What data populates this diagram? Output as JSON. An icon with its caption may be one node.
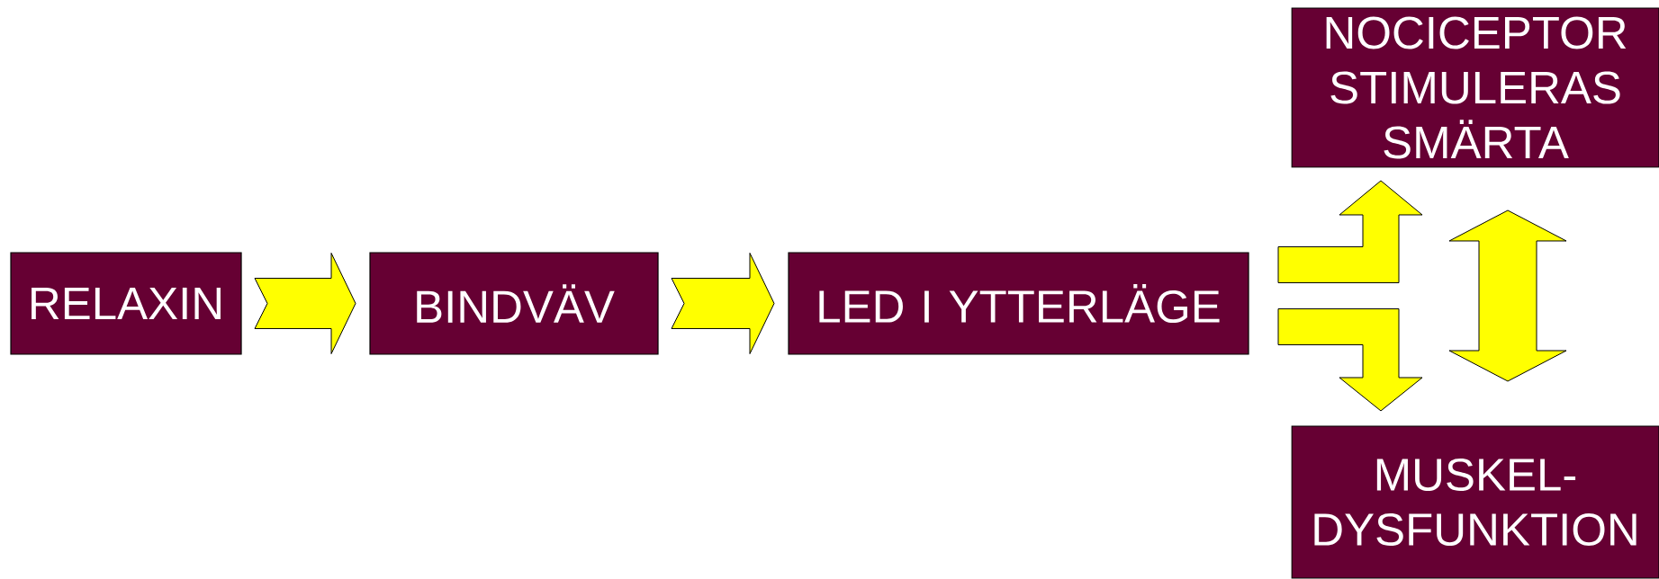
{
  "diagram": {
    "nodes": [
      {
        "text": [
          "RELAXIN"
        ]
      },
      {
        "text": [
          "BINDVÄV"
        ]
      },
      {
        "text": [
          "LED I YTTERLÄGE"
        ]
      },
      {
        "text": [
          "NOCICEPTOR STIMULERAS SMÄRTA"
        ]
      },
      {
        "text": [
          "MUSKEL- DYSFUNKTION"
        ]
      }
    ],
    "edges": [
      {
        "from": 0,
        "to": 1,
        "arrow": "to"
      },
      {
        "from": 1,
        "to": 2,
        "arrow": "to"
      },
      {
        "from": 2,
        "to": 3,
        "arrow": "to"
      },
      {
        "from": 2,
        "to": 4,
        "arrow": "to"
      },
      {
        "from": 3,
        "to": 4,
        "arrow": "both"
      }
    ]
  }
}
